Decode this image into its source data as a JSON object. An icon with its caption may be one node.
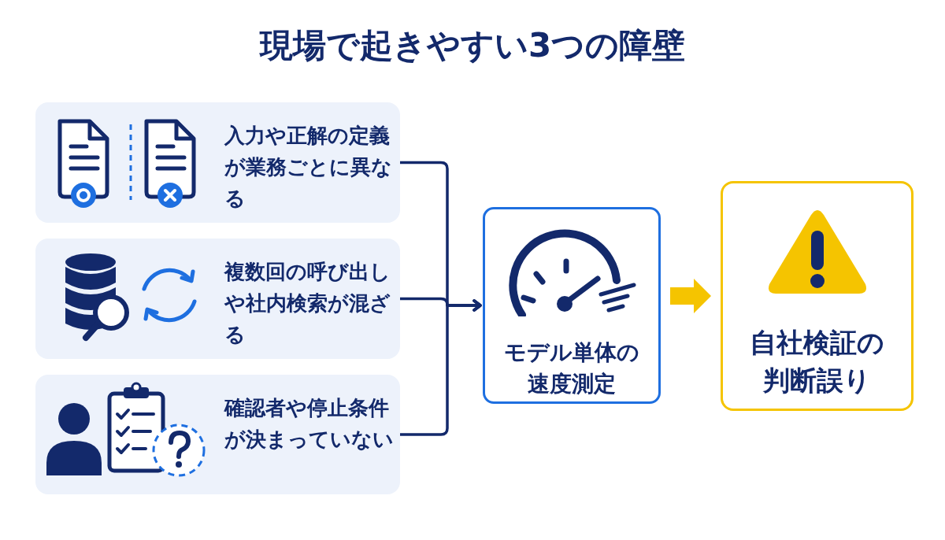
{
  "diagram": {
    "title": "現場で起きやすい3つの障壁",
    "nodes": [
      {
        "text": [
          "入力や正解の定義が業務ごとに異なる"
        ]
      },
      {
        "text": [
          "複数回の呼び出しや社内検索が混ざる"
        ]
      },
      {
        "text": [
          "確認者や停止条件が決まっていない"
        ]
      },
      {
        "text": [
          "モデル単体の速度測定"
        ]
      },
      {
        "text": [
          "自社検証の判断誤り"
        ]
      }
    ],
    "edges": [
      {
        "from": 0,
        "to": 3,
        "arrow": "to"
      },
      {
        "from": 1,
        "to": 3,
        "arrow": "to"
      },
      {
        "from": 2,
        "to": 3,
        "arrow": "to"
      },
      {
        "from": 3,
        "to": 4,
        "arrow": "to",
        "style": "thick",
        "color": "#f5c400"
      }
    ]
  }
}
